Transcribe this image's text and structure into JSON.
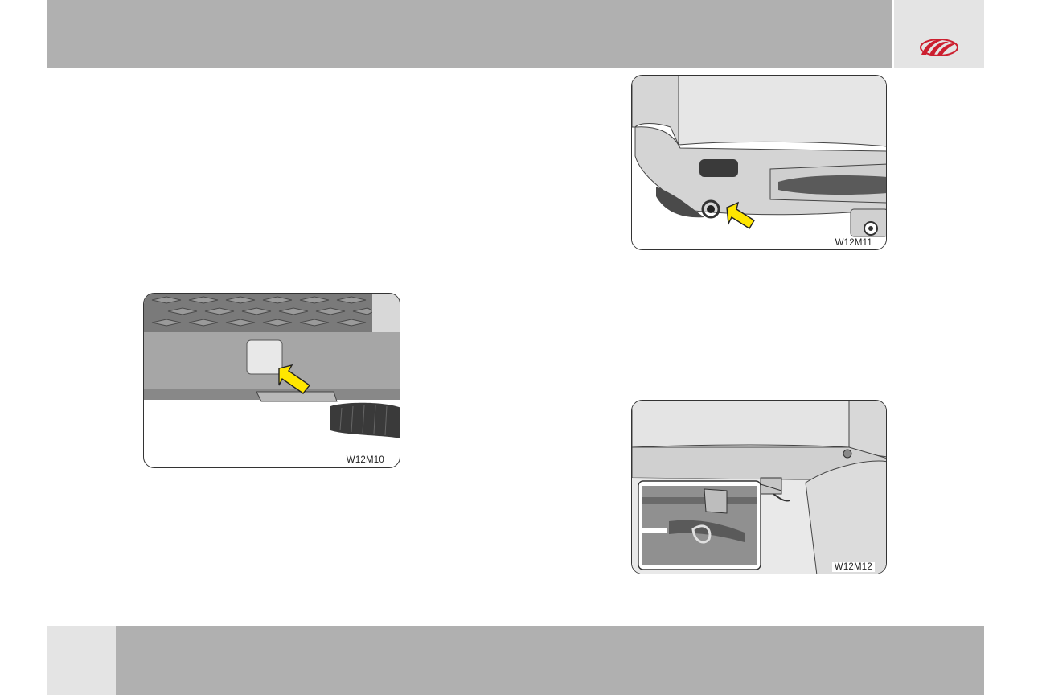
{
  "header": {
    "logo": "mahindra-logo-icon",
    "brand_color": "#cc1f2f",
    "band_color": "#b0b0b0"
  },
  "figures": [
    {
      "code": "W12M10",
      "subject": "front-bumper-cover-arrow"
    },
    {
      "code": "W12M11",
      "subject": "front-towing-hook-arrow"
    },
    {
      "code": "W12M12",
      "subject": "rear-underbody-tow-hook-inset"
    }
  ],
  "footer": {
    "band_color": "#b0b0b0"
  }
}
